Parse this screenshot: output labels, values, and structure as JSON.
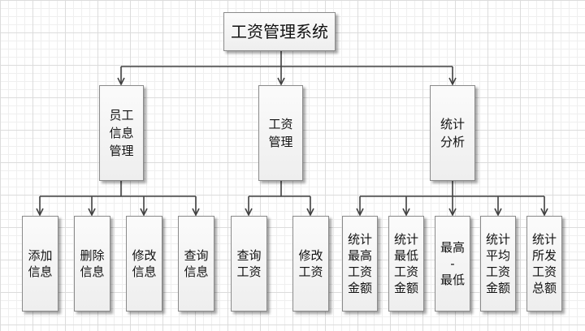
{
  "diagram": {
    "root": {
      "label": "工资管理系统"
    },
    "level1": [
      {
        "label": "员工\n信息\n管理",
        "children": [
          "添加\n信息",
          "删除\n信息",
          "修改\n信息",
          "查询\n信息"
        ]
      },
      {
        "label": "工资\n管理",
        "children": [
          "查询\n工资",
          "修改\n工资"
        ]
      },
      {
        "label": "统计\n分析",
        "children": [
          "统计\n最高\n工资\n金额",
          "统计\n最低\n工资\n金额",
          "最高\n-\n最低",
          "统计\n平均\n工资\n金额",
          "统计\n所发\n工资\n总额"
        ]
      }
    ]
  },
  "colors": {
    "line": "#404040",
    "border": "#8a8a8a",
    "fill": "#f3f3f3"
  }
}
